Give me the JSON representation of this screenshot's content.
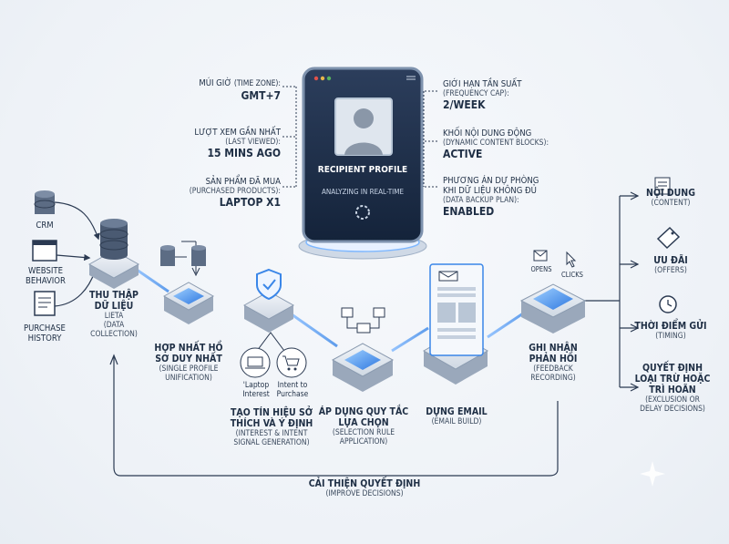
{
  "sources": [
    {
      "label": "CRM",
      "icon": "database-icon"
    },
    {
      "label": "WEBSITE\nBEHAVIOR",
      "icon": "browser-window-icon"
    },
    {
      "label": "PURCHASE\nHISTORY",
      "icon": "receipt-icon"
    }
  ],
  "profile_card": {
    "title": "RECIPIENT PROFILE",
    "status": "ANALYZING IN REAL-TIME"
  },
  "left_attrs": [
    {
      "label": "MÚI GIỜ",
      "sub": "(TIME ZONE):",
      "value": "GMT+7"
    },
    {
      "label": "LƯỢT XEM GẦN NHẤT",
      "sub": "(LAST VIEWED):",
      "value": "15 MINS AGO"
    },
    {
      "label": "SẢN PHẨM ĐÃ MUA",
      "sub": "(PURCHASED PRODUCTS):",
      "value": "LAPTOP X1"
    }
  ],
  "right_attrs": [
    {
      "label": "GIỚI HẠN TẦN SUẤT",
      "sub": "(FREQUENCY CAP):",
      "value": "2/WEEK"
    },
    {
      "label": "KHỐI NỘI DUNG ĐỘNG",
      "sub": "(DYNAMIC CONTENT BLOCKS):",
      "value": "ACTIVE"
    },
    {
      "label": "PHƯƠNG ÁN DỰ PHÒNG\nKHI DỮ LIỆU KHÔNG ĐỦ",
      "sub": "(DATA BACKUP PLAN):",
      "value": "ENABLED"
    }
  ],
  "steps": [
    {
      "title": "THU THẬP\nDỮ LIỆU",
      "sub": "LIETA\n(DATA\nCOLLECTION)"
    },
    {
      "title": "HỢP NHẤT HỒ\nSƠ DUY NHẤT",
      "sub": "(SINGLE PROFILE\nUNIFICATION)"
    },
    {
      "title": "TẠO TÍN HIỆU SỞ\nTHÍCH VÀ Ý ĐỊNH",
      "sub": "(INTEREST & INTENT\nSIGNAL GENERATION)"
    },
    {
      "title": "ÁP DỤNG QUY TẮC\nLỰA CHỌN",
      "sub": "(SELECTION RULE\nAPPLICATION)"
    },
    {
      "title": "DỰNG EMAIL",
      "sub": "(EMAIL BUILD)"
    },
    {
      "title": "GHI NHẬN\nPHẢN HỒI",
      "sub": "(FEEDBACK\nRECORDING)"
    }
  ],
  "signals": [
    {
      "label": "'Laptop\nInterest",
      "icon": "laptop-icon"
    },
    {
      "label": "Intent to\nPurchase",
      "icon": "cart-icon"
    }
  ],
  "feedback_labels": {
    "opens": "OPENS",
    "clicks": "CLICKS"
  },
  "outputs": [
    {
      "title": "NỘI DUNG",
      "sub": "(CONTENT)",
      "icon": "content-icon"
    },
    {
      "title": "ƯU ĐÃI",
      "sub": "(OFFERS)",
      "icon": "tag-icon"
    },
    {
      "title": "THỜI ĐIỂM GỬI",
      "sub": "(TIMING)",
      "icon": "clock-icon"
    },
    {
      "title": "QUYẾT ĐỊNH\nLOẠI TRỪ HOẶC\nTRÌ HOÃN",
      "sub": "(EXCLUSION OR\nDELAY DECISIONS)",
      "icon": ""
    }
  ],
  "loop": {
    "title": "CẢI THIỆN QUYẾT ĐỊNH",
    "sub": "(IMPROVE DECISIONS)"
  },
  "colors": {
    "accent": "#3a86e8",
    "dark": "#1d2d44",
    "line": "#2b3a52"
  }
}
